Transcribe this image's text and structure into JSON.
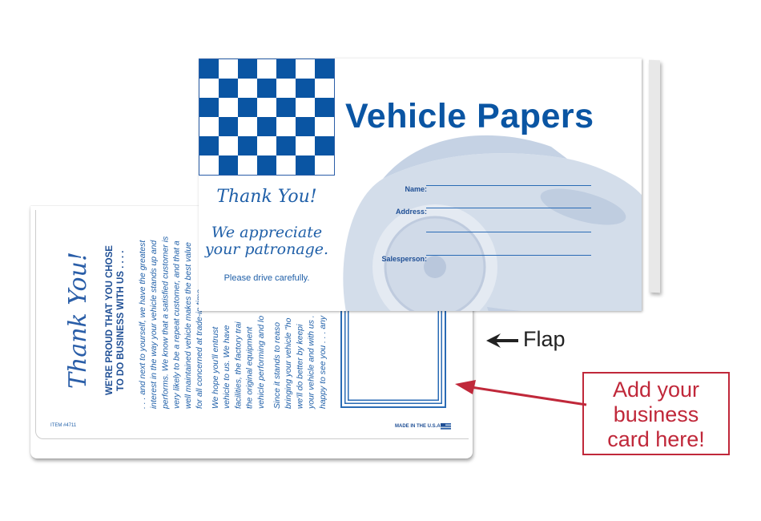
{
  "back_card": {
    "thank_you": "Thank You!",
    "heading": "WE'RE PROUD THAT YOU CHOSE\nTO DO BUSINESS WITH US . . . .",
    "paragraph1": ". . . and next to yourself, we have the greatest\ninterest in the way your vehicle stands up and\nperforms. We know that a satisfied customer is\nvery likely to be a repeat customer, and that a\nwell maintained vehicle makes the best value\nfor all concerned at trade-in time.",
    "paragraph2": "We hope you'll entrust\nvehicle to us. We have\nfacilities, the factory trai\nthe original equipment\nvehicle performing and lo",
    "paragraph3": "Since it stands to reaso\nbringing your vehicle \"ho\nwe'll do better by keepi\nyour vehicle and with us .\nhappy to see you . . . any",
    "item_number": "ITEM #4711",
    "made_in": "MADE IN THE U.S.A."
  },
  "front_card": {
    "title": "Vehicle Papers",
    "thank_you": "Thank You!",
    "appreciate": "We appreciate\nyour patronage.",
    "drive": "Please drive carefully.",
    "fields": [
      {
        "label": "Name:"
      },
      {
        "label": "Address:"
      },
      {
        "label": ""
      },
      {
        "label": "Salesperson:"
      }
    ]
  },
  "annotations": {
    "flap_label": "Flap",
    "business_card_callout": "Add your\nbusiness\ncard here!"
  },
  "colors": {
    "brand_blue": "#0a55a3",
    "callout_red": "#c0283a",
    "car_tint": "#d3ddea"
  },
  "icons": [
    "checkered-flag-pattern",
    "usa-flag-icon",
    "arrow-left-icon",
    "red-arrow-icon",
    "car-image"
  ]
}
